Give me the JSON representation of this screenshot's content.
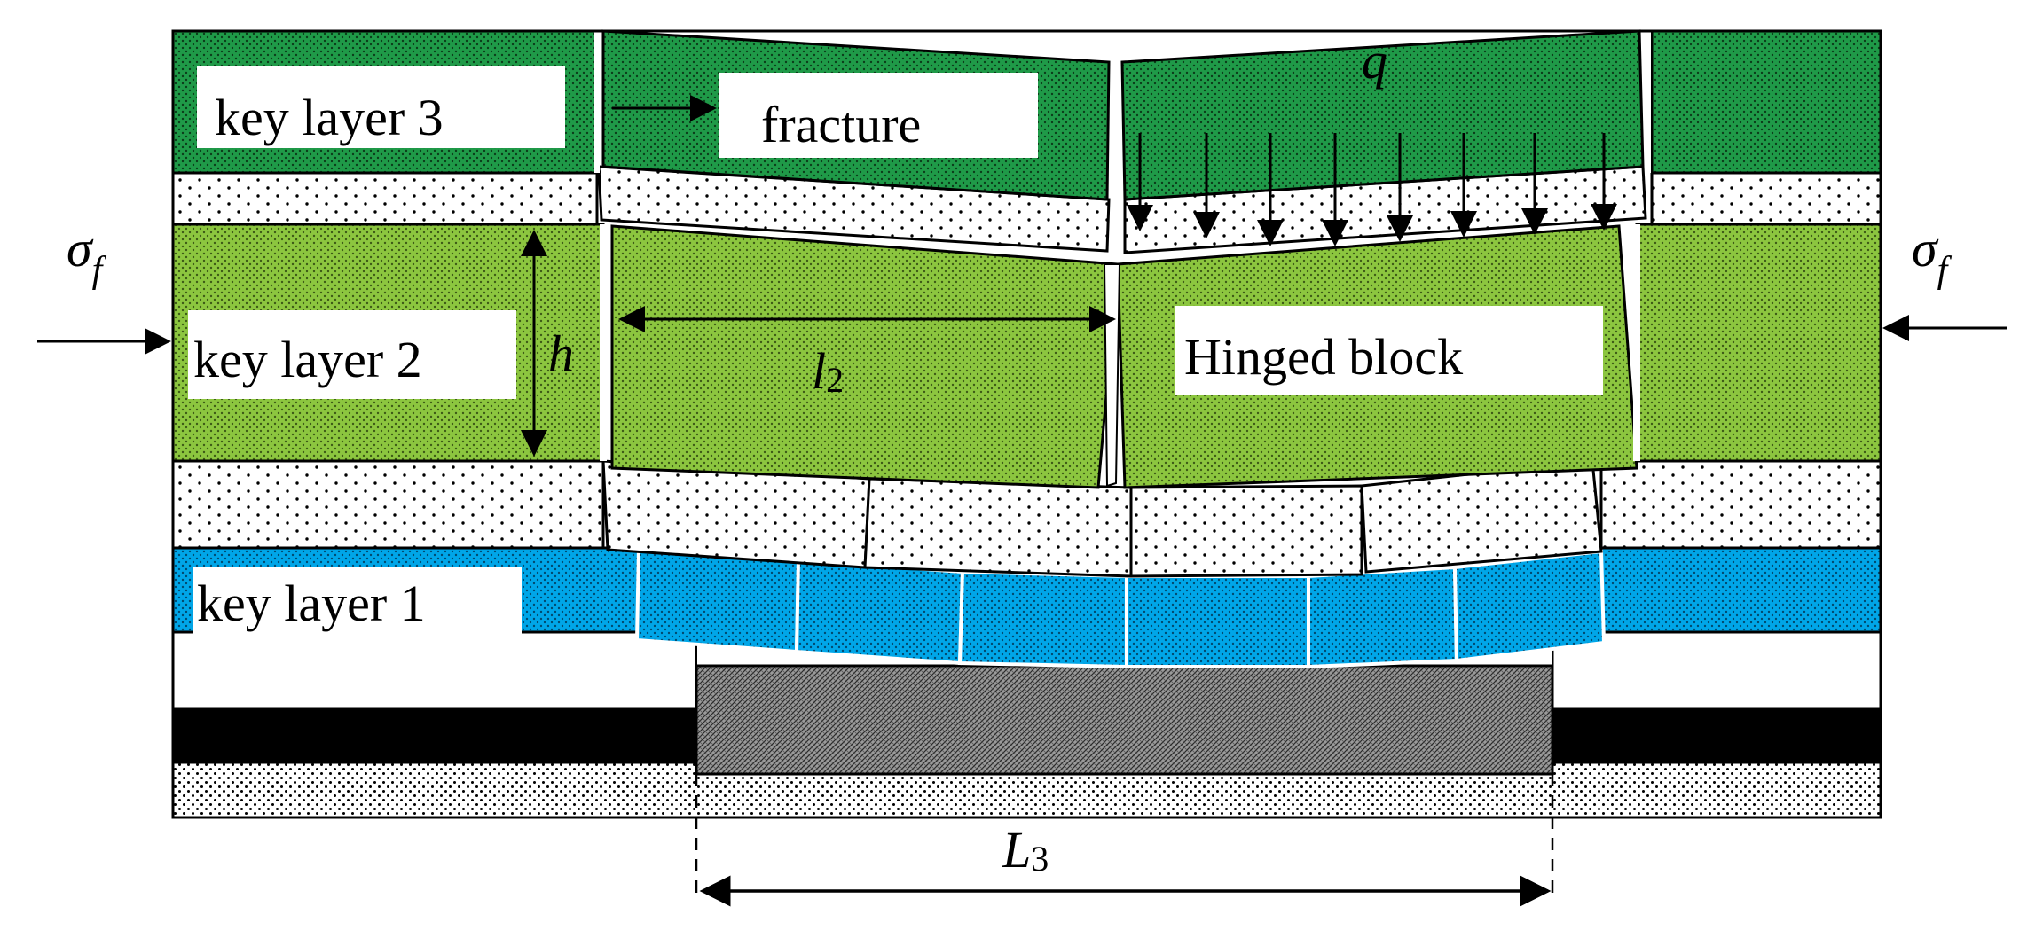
{
  "labels": {
    "key_layer_3": "key layer 3",
    "key_layer_2": "key layer 2",
    "key_layer_1": "key layer 1",
    "fracture": "fracture",
    "hinged_block": "Hinged block",
    "load": "q",
    "height": "h",
    "block_length_var": "l",
    "block_length_sub": "2",
    "span_var": "L",
    "span_sub": "3",
    "stress_var": "σ",
    "stress_sub": "f"
  },
  "colors": {
    "key_layer_3": "#1f9a48",
    "key_layer_2": "#8cc63f",
    "key_layer_1": "#00a6e8",
    "coal_seam": "#000000",
    "gob": "#8c8c8c",
    "soft_layer": "#ffffff",
    "outline": "#000000"
  }
}
